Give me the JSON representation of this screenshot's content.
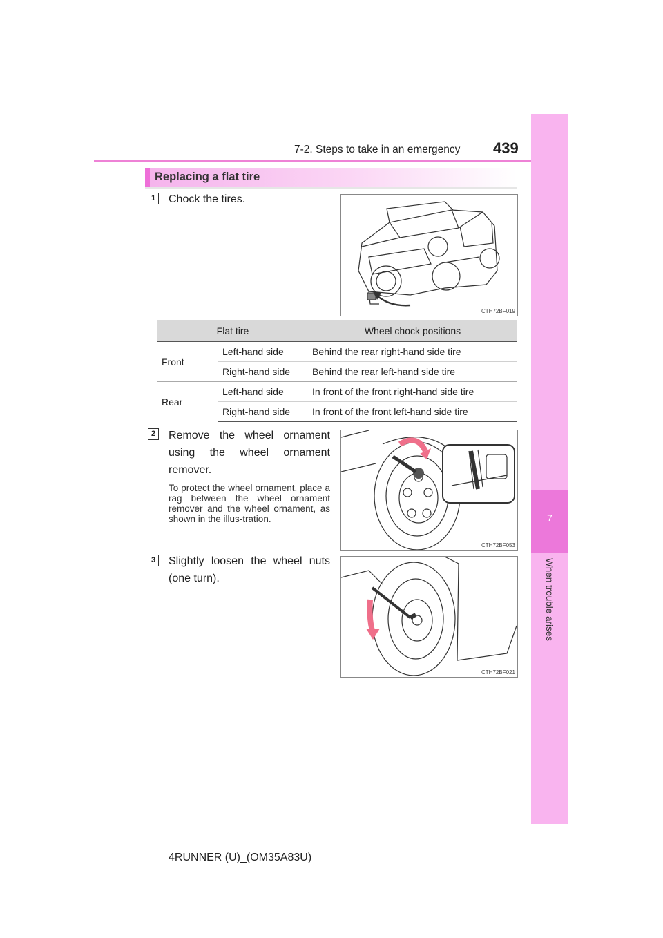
{
  "header": {
    "section_title": "7-2. Steps to take in an emergency",
    "page_number": "439"
  },
  "side_tab": {
    "chapter_number": "7",
    "chapter_title": "When trouble arises"
  },
  "heading": "Replacing a flat tire",
  "steps": [
    {
      "number": "1",
      "text": "Chock the tires.",
      "figure_code": "CTH72BF019"
    },
    {
      "number": "2",
      "text": "Remove the wheel ornament using the wheel ornament remover.",
      "note": "To protect the wheel ornament, place a rag between the wheel ornament remover and the wheel ornament, as shown in the illus-tration.",
      "figure_code": "CTH72BF053"
    },
    {
      "number": "3",
      "text": "Slightly loosen the wheel nuts (one turn).",
      "figure_code": "CTH72BF021"
    }
  ],
  "table": {
    "headers": [
      "Flat tire",
      "Wheel chock positions"
    ],
    "groups": [
      {
        "name": "Front",
        "rows": [
          {
            "side": "Left-hand side",
            "position": "Behind the rear right-hand side tire"
          },
          {
            "side": "Right-hand side",
            "position": "Behind the rear left-hand side tire"
          }
        ]
      },
      {
        "name": "Rear",
        "rows": [
          {
            "side": "Left-hand side",
            "position": "In front of the front right-hand side tire"
          },
          {
            "side": "Right-hand side",
            "position": "In front of the front left-hand side tire"
          }
        ]
      }
    ]
  },
  "footer": "4RUNNER (U)_(OM35A83U)",
  "colors": {
    "accent_pink": "#ee82d6",
    "tab_pink": "#f9b4ef",
    "tab_dark": "#ec78da",
    "arrow_pink": "#ef6f8a"
  }
}
